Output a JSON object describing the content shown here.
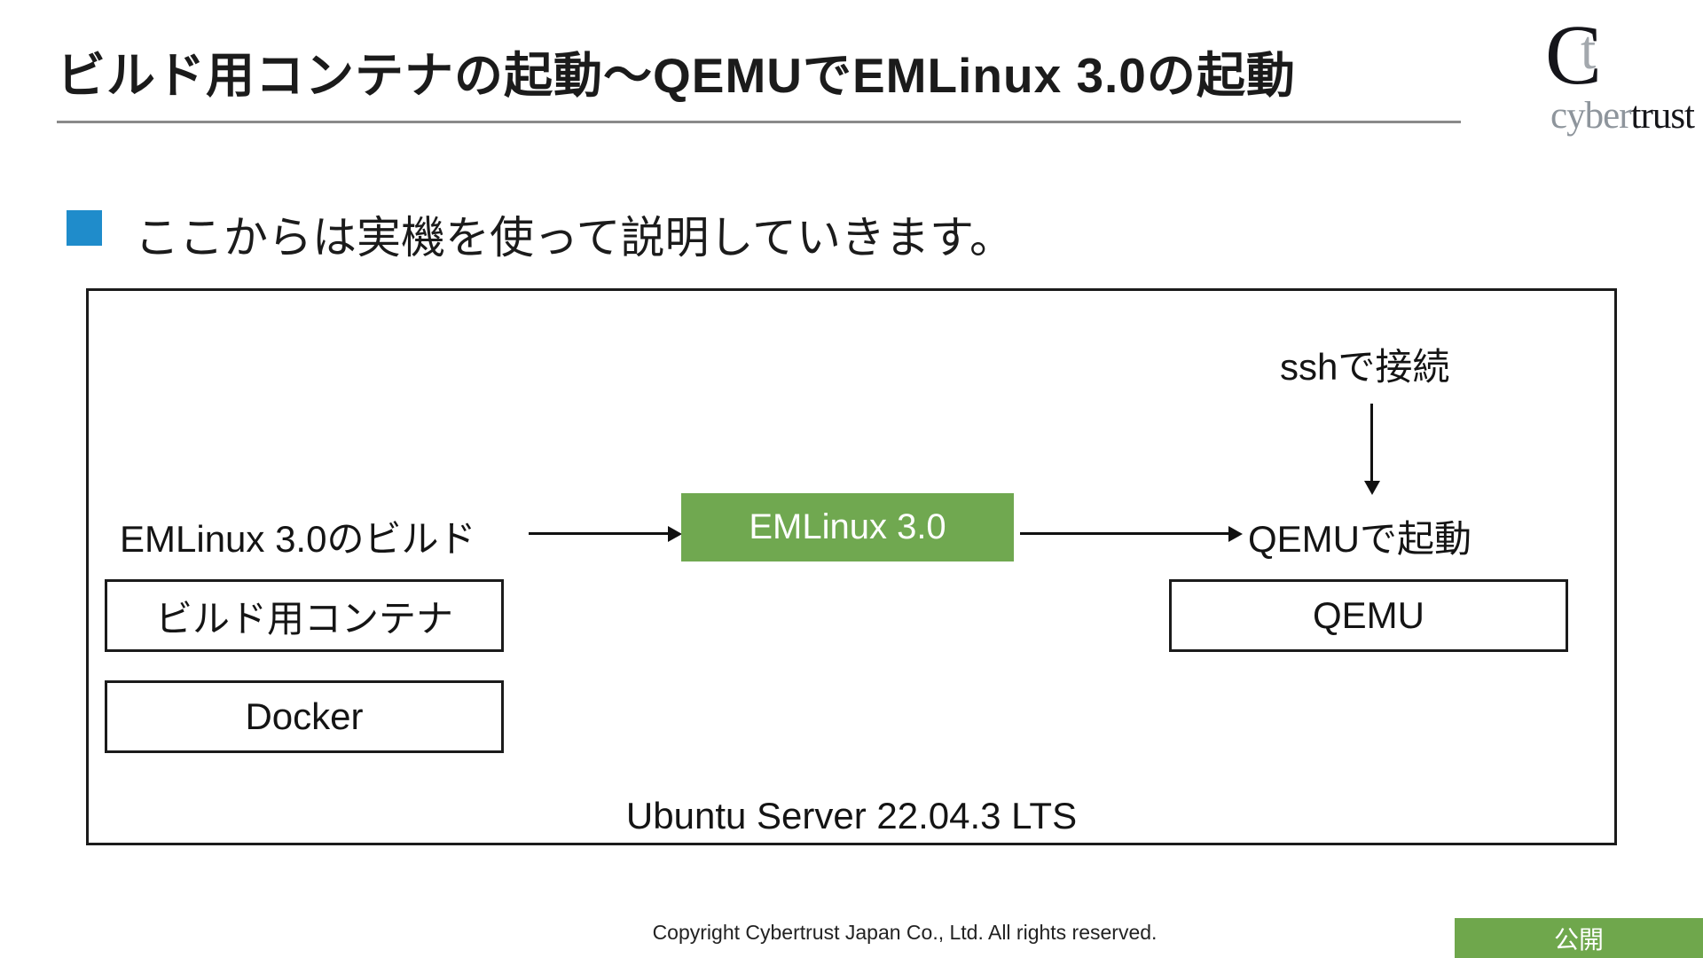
{
  "header": {
    "title": "ビルド用コンテナの起動～QEMUでEMLinux 3.0の起動"
  },
  "logo": {
    "mark_c": "C",
    "mark_t": "t",
    "word_light": "cyber",
    "word_dark": "trust"
  },
  "bullet": {
    "text": "ここからは実機を使って説明していきます。"
  },
  "diagram": {
    "ssh_label": "sshで接続",
    "build_label": "EMLinux 3.0のビルド",
    "emlinux_label": "EMLinux 3.0",
    "qemu_boot_label": "QEMUで起動",
    "container_label": "ビルド用コンテナ",
    "docker_label": "Docker",
    "qemu_label": "QEMU",
    "os_label": "Ubuntu Server 22.04.3 LTS"
  },
  "footer": {
    "copyright": "Copyright Cybertrust Japan Co., Ltd. All rights reserved.",
    "badge": "公開"
  },
  "colors": {
    "accent_green": "#70A850",
    "badge_green": "#6FA74C",
    "bullet_blue": "#1F8CCB",
    "rule_gray": "#8A8A8A",
    "logo_gray": "#8E959C",
    "text_black": "#1B1B1B"
  }
}
